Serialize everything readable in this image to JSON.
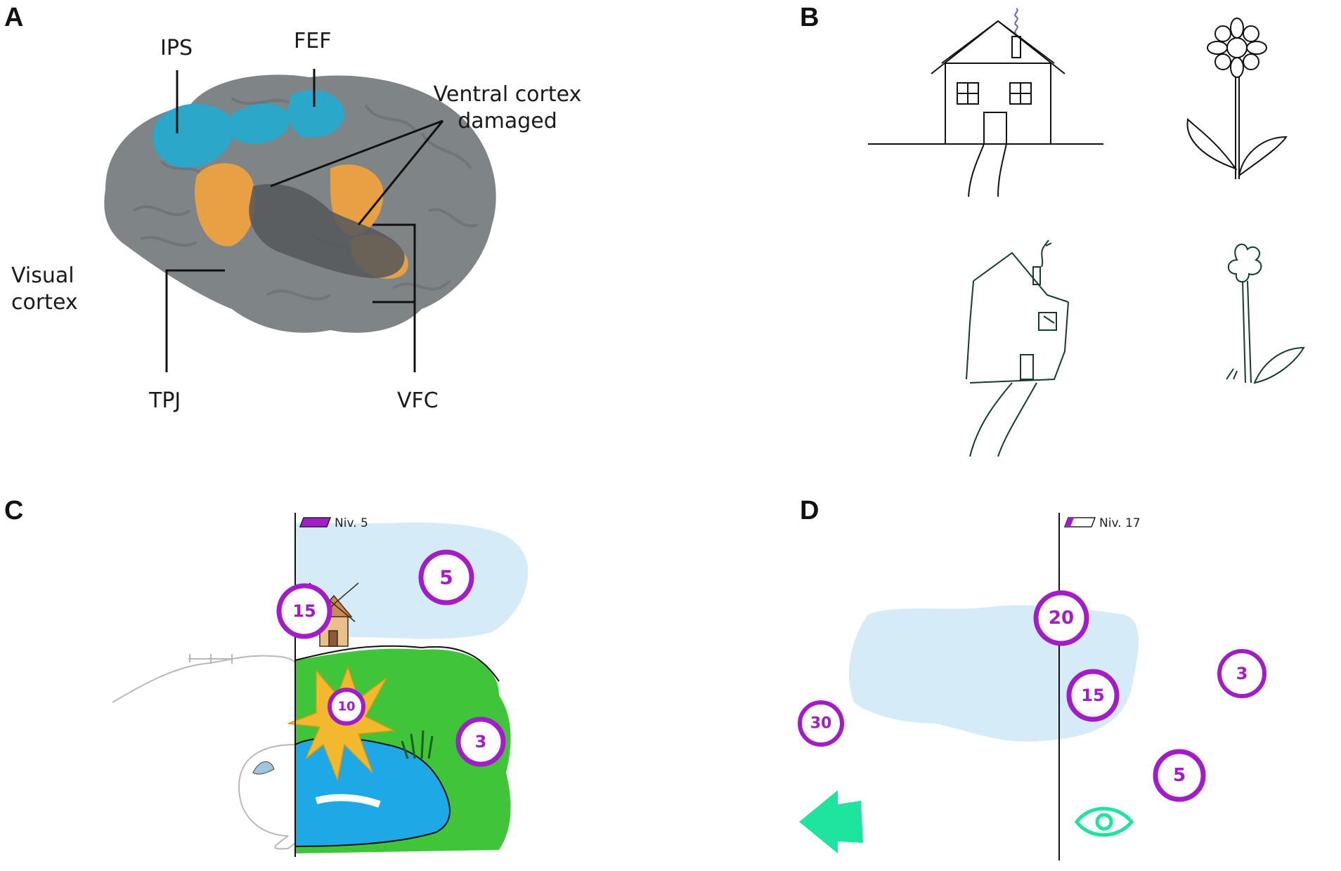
{
  "panels": {
    "a": {
      "letter": "A",
      "labels": {
        "ips": "IPS",
        "fef": "FEF",
        "ventral_line1": "Ventral cortex",
        "ventral_line2": "damaged",
        "visual_line1": "Visual",
        "visual_line2": "cortex",
        "tpj": "TPJ",
        "vfc": "VFC"
      }
    },
    "b": {
      "letter": "B"
    },
    "c": {
      "letter": "C",
      "level": "Niv. 5",
      "targets": [
        "5",
        "15",
        "10",
        "3"
      ]
    },
    "d": {
      "letter": "D",
      "level": "Niv. 17",
      "targets": [
        "20",
        "3",
        "15",
        "30",
        "5"
      ]
    }
  },
  "colors": {
    "brain_gray": "#7f8487",
    "dorsal_blue": "#2aa7c9",
    "ventral_orange": "#e8a043",
    "damage_dark": "#55575a",
    "target_purple": "#a21cc8",
    "sky_blue": "#d5ecf8",
    "grass_green": "#3fc43a",
    "pond_blue": "#1fa8e6",
    "arrow_green": "#1de5a0"
  },
  "icons": {
    "back": "arrow-left-icon",
    "view": "eye-icon"
  }
}
